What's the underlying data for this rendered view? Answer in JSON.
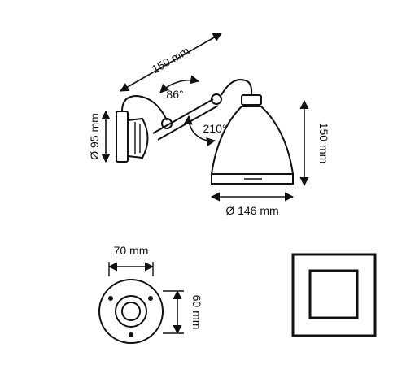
{
  "dimensions": {
    "arm_length": "150 mm",
    "arm_angle": "86°",
    "base_diameter": "Ø 95 mm",
    "shade_rotation": "210°",
    "shade_height": "150 mm",
    "shade_diameter": "Ø 146 mm",
    "plate_width": "70 mm",
    "plate_height": "60 mm"
  },
  "icons": {
    "double_frame": "double-square-frame-icon"
  }
}
